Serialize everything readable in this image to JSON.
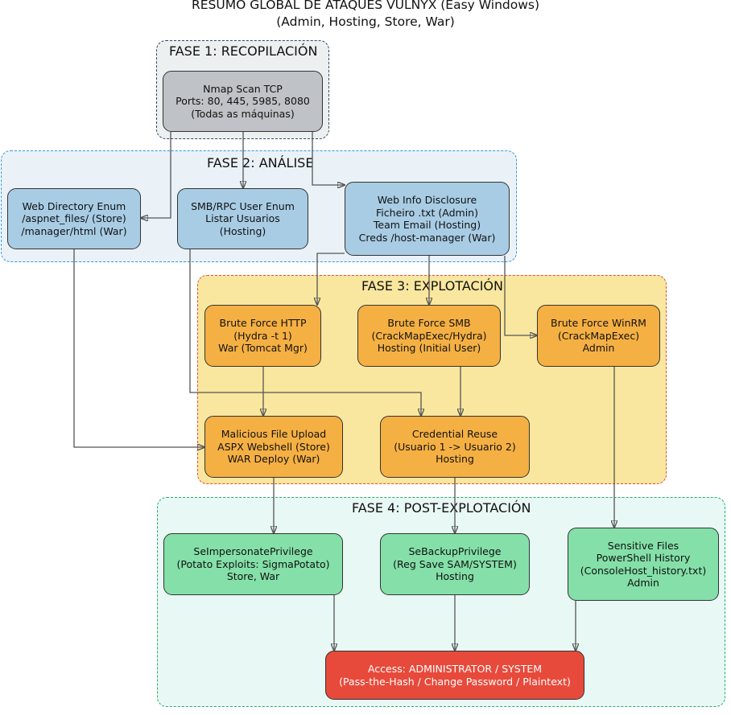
{
  "title": {
    "line1": "RESUMO GLOBAL DE ATAQUES VULNYX (Easy Windows)",
    "line2": "(Admin, Hosting, Store, War)"
  },
  "colors": {
    "recon_node": "#bfc2c6",
    "analysis_node": "#a8cce4",
    "exploit_node": "#f5b043",
    "post_node": "#84e0a8",
    "final_node": "#e74a3b"
  },
  "phases": {
    "recon": {
      "label": "FASE 1: RECOPILACIÓN",
      "fill": "#ecf0f1",
      "border": "#34495e"
    },
    "analysis": {
      "label": "FASE 2: ANÁLISE",
      "fill": "#eaf2f8",
      "border": "#3498db"
    },
    "exploit": {
      "label": "FASE 3: EXPLOTACIÓN",
      "fill": "#f9e79f",
      "border": "#e74c3c"
    },
    "post": {
      "label": "FASE 4: POST-EXPLOTACIÓN",
      "fill": "#e8f8f5",
      "border": "#27ae60"
    }
  },
  "nodes": {
    "nmap": [
      "Nmap Scan TCP",
      "Ports: 80, 445, 5985, 8080",
      "(Todas as máquinas)"
    ],
    "webdir": [
      "Web Directory Enum",
      "/aspnet_files/ (Store)",
      "/manager/html (War)"
    ],
    "smbrpc": [
      "SMB/RPC User Enum",
      "Listar Usuarios",
      "(Hosting)"
    ],
    "webinfo": [
      "Web Info Disclosure",
      "Ficheiro .txt (Admin)",
      "Team Email (Hosting)",
      "Creds /host-manager (War)"
    ],
    "bfhttp": [
      "Brute Force HTTP",
      "(Hydra -t 1)",
      "War (Tomcat Mgr)"
    ],
    "bfsmb": [
      "Brute Force SMB",
      "(CrackMapExec/Hydra)",
      "Hosting (Initial User)"
    ],
    "bfwinrm": [
      "Brute Force WinRM",
      "(CrackMapExec)",
      "Admin"
    ],
    "upload": [
      "Malicious File Upload",
      "ASPX Webshell (Store)",
      "WAR Deploy (War)"
    ],
    "credreuse": [
      "Credential Reuse",
      "(Usuario 1 -> Usuario 2)",
      "Hosting"
    ],
    "seimp": [
      "SeImpersonatePrivilege",
      "(Potato Exploits: SigmaPotato)",
      "Store, War"
    ],
    "sebackup": [
      "SeBackupPrivilege",
      "(Reg Save SAM/SYSTEM)",
      "Hosting"
    ],
    "sensitive": [
      "Sensitive Files",
      "PowerShell History",
      "(ConsoleHost_history.txt)",
      "Admin"
    ],
    "access": [
      "Access: ADMINISTRATOR / SYSTEM",
      "(Pass-the-Hash / Change Password / Plaintext)"
    ]
  },
  "edges": [
    [
      "nmap",
      "webdir"
    ],
    [
      "nmap",
      "smbrpc"
    ],
    [
      "nmap",
      "webinfo"
    ],
    [
      "webinfo",
      "bfhttp"
    ],
    [
      "webinfo",
      "bfsmb"
    ],
    [
      "webinfo",
      "bfwinrm"
    ],
    [
      "smbrpc",
      "credreuse"
    ],
    [
      "webdir",
      "upload"
    ],
    [
      "bfhttp",
      "upload"
    ],
    [
      "bfsmb",
      "credreuse"
    ],
    [
      "upload",
      "seimp"
    ],
    [
      "credreuse",
      "sebackup"
    ],
    [
      "bfwinrm",
      "sensitive"
    ],
    [
      "seimp",
      "access"
    ],
    [
      "sebackup",
      "access"
    ],
    [
      "sensitive",
      "access"
    ]
  ]
}
